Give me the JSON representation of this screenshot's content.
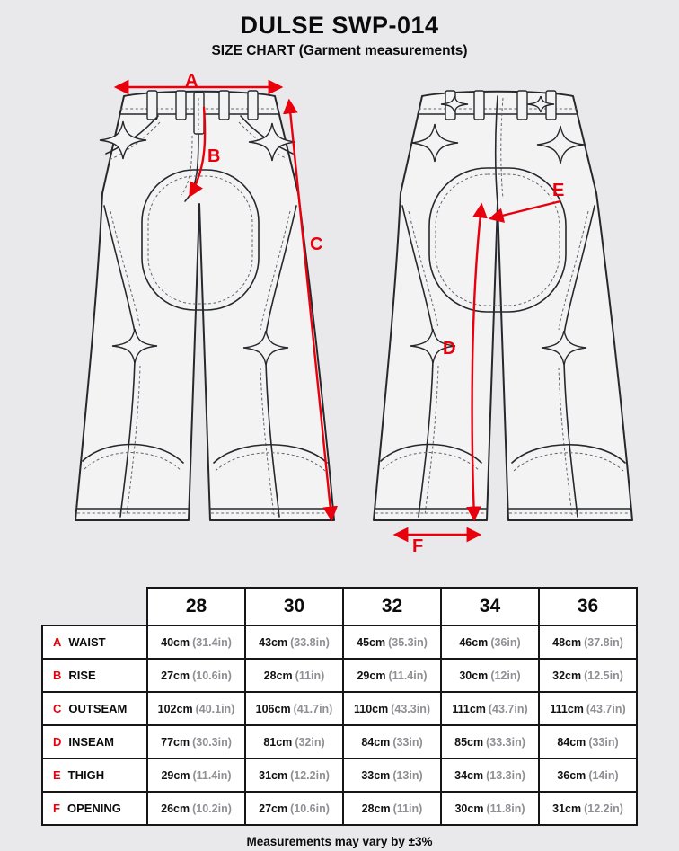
{
  "title": "DULSE SWP-014",
  "subtitle": "SIZE CHART (Garment measurements)",
  "footer_note": "Measurements may vary by ±3%",
  "colors": {
    "background": "#e9e9eb",
    "accent_red": "#e8000d",
    "line": "#26282c",
    "muted_text": "#8f8f94",
    "cell_background": "#ffffff"
  },
  "diagram": {
    "views": [
      "front",
      "back"
    ],
    "labels": {
      "a": "A",
      "b": "B",
      "c": "C",
      "d": "D",
      "e": "E",
      "f": "F"
    }
  },
  "table": {
    "sizes": [
      "28",
      "30",
      "32",
      "34",
      "36"
    ],
    "rows": [
      {
        "letter": "A",
        "name": "WAIST",
        "values": [
          {
            "cm": "40cm",
            "in": "(31.4in)"
          },
          {
            "cm": "43cm",
            "in": "(33.8in)"
          },
          {
            "cm": "45cm",
            "in": "(35.3in)"
          },
          {
            "cm": "46cm",
            "in": "(36in)"
          },
          {
            "cm": "48cm",
            "in": "(37.8in)"
          }
        ]
      },
      {
        "letter": "B",
        "name": "RISE",
        "values": [
          {
            "cm": "27cm",
            "in": "(10.6in)"
          },
          {
            "cm": "28cm",
            "in": "(11in)"
          },
          {
            "cm": "29cm",
            "in": "(11.4in)"
          },
          {
            "cm": "30cm",
            "in": "(12in)"
          },
          {
            "cm": "32cm",
            "in": "(12.5in)"
          }
        ]
      },
      {
        "letter": "C",
        "name": "OUTSEAM",
        "values": [
          {
            "cm": "102cm",
            "in": "(40.1in)"
          },
          {
            "cm": "106cm",
            "in": "(41.7in)"
          },
          {
            "cm": "110cm",
            "in": "(43.3in)"
          },
          {
            "cm": "111cm",
            "in": "(43.7in)"
          },
          {
            "cm": "111cm",
            "in": "(43.7in)"
          }
        ]
      },
      {
        "letter": "D",
        "name": "INSEAM",
        "values": [
          {
            "cm": "77cm",
            "in": "(30.3in)"
          },
          {
            "cm": "81cm",
            "in": "(32in)"
          },
          {
            "cm": "84cm",
            "in": "(33in)"
          },
          {
            "cm": "85cm",
            "in": "(33.3in)"
          },
          {
            "cm": "84cm",
            "in": "(33in)"
          }
        ]
      },
      {
        "letter": "E",
        "name": "THIGH",
        "values": [
          {
            "cm": "29cm",
            "in": "(11.4in)"
          },
          {
            "cm": "31cm",
            "in": "(12.2in)"
          },
          {
            "cm": "33cm",
            "in": "(13in)"
          },
          {
            "cm": "34cm",
            "in": "(13.3in)"
          },
          {
            "cm": "36cm",
            "in": "(14in)"
          }
        ]
      },
      {
        "letter": "F",
        "name": "OPENING",
        "values": [
          {
            "cm": "26cm",
            "in": "(10.2in)"
          },
          {
            "cm": "27cm",
            "in": "(10.6in)"
          },
          {
            "cm": "28cm",
            "in": "(11in)"
          },
          {
            "cm": "30cm",
            "in": "(11.8in)"
          },
          {
            "cm": "31cm",
            "in": "(12.2in)"
          }
        ]
      }
    ]
  }
}
